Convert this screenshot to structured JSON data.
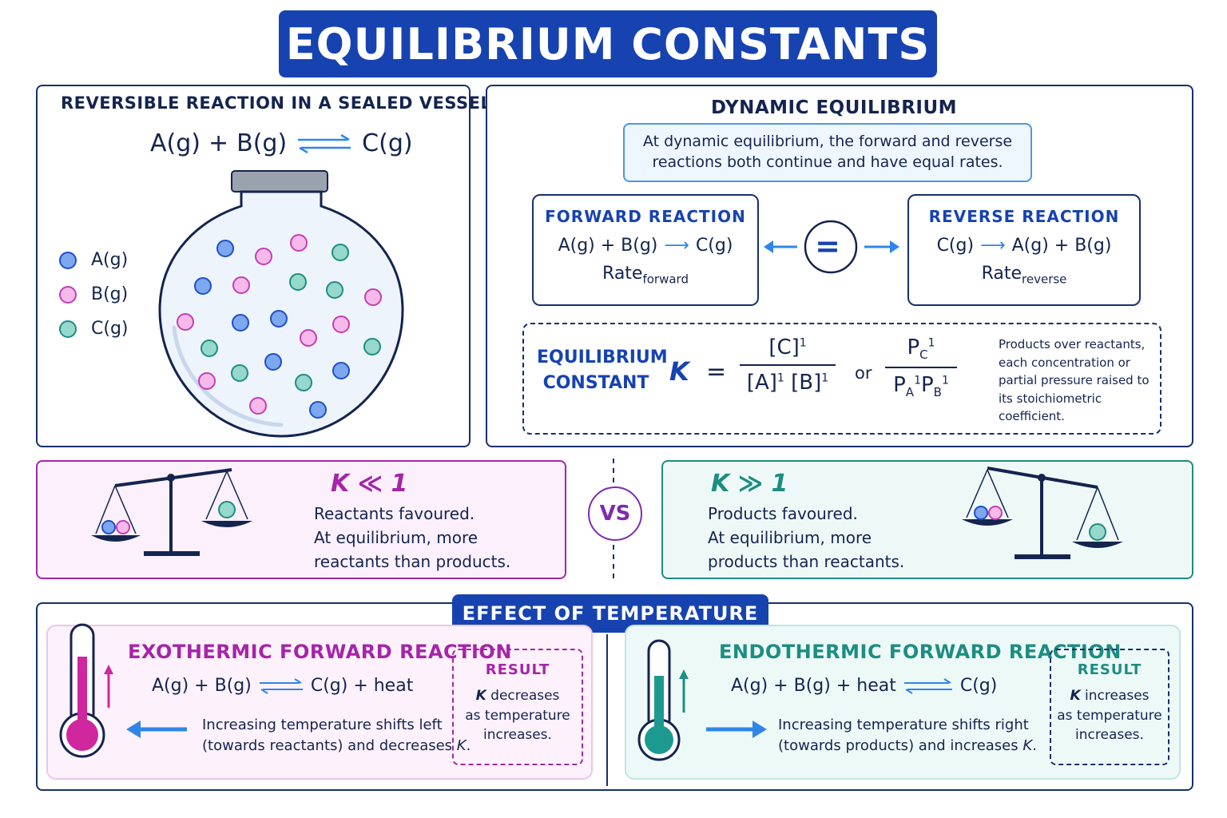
{
  "title": "EQUILIBRIUM CONSTANTS",
  "vessel": {
    "heading": "REVERSIBLE REACTION IN A SEALED VESSEL",
    "reactant_a": "A(g)",
    "plus": "+",
    "reactant_b": "B(g)",
    "product": "C(g)",
    "legend": [
      {
        "label": "A(g)"
      },
      {
        "label": "B(g)"
      },
      {
        "label": "C(g)"
      }
    ]
  },
  "dynamic": {
    "heading": "DYNAMIC EQUILIBRIUM",
    "note": "At dynamic equilibrium, the forward and reverse reactions both continue and have equal rates.",
    "forward": {
      "label": "FORWARD REACTION",
      "lhs": "A(g) + B(g)",
      "rhs": "C(g)",
      "rate": "Rate",
      "rate_sub": "forward"
    },
    "equals": "=",
    "reverse": {
      "label": "REVERSE REACTION",
      "lhs": "C(g)",
      "rhs": "A(g) + B(g)",
      "rate": "Rate",
      "rate_sub": "reverse"
    },
    "constant": {
      "label_line1": "EQUILIBRIUM",
      "label_line2": "CONSTANT",
      "symbol": "K",
      "eq": "=",
      "num": "[C]",
      "num_exp": "1",
      "den_a": "[A]",
      "den_a_exp": "1",
      "den_b": "[B]",
      "den_b_exp": "1",
      "or": "or",
      "p_num": "P",
      "p_num_sub": "C",
      "p_num_exp": "1",
      "p_den_a": "P",
      "p_den_a_sub": "A",
      "p_den_a_exp": "1",
      "p_den_b": "P",
      "p_den_b_sub": "B",
      "p_den_b_exp": "1",
      "explanation": "Products over reactants, each concentration or partial pressure raised to its stoichiometric coefficient."
    }
  },
  "compare": {
    "small": {
      "k": "K ≪ 1",
      "line1": "Reactants favoured.",
      "line2": "At equilibrium, more",
      "line3": "reactants than products."
    },
    "vs": "VS",
    "large": {
      "k": "K ≫ 1",
      "line1": "Products favoured.",
      "line2": "At equilibrium, more",
      "line3": "products than reactants."
    }
  },
  "temperature": {
    "heading": "EFFECT OF TEMPERATURE",
    "exo": {
      "title": "EXOTHERMIC FORWARD REACTION",
      "lhs": "A(g) + B(g)",
      "rhs": "C(g) + heat",
      "desc_line1": "Increasing temperature shifts left",
      "desc_line2_a": "(towards reactants) and decreases ",
      "desc_line2_k": "K",
      "desc_line2_end": ".",
      "result_head": "RESULT",
      "result_k": "K",
      "result_line1": " decreases",
      "result_line2": "as temperature",
      "result_line3": "increases."
    },
    "endo": {
      "title": "ENDOTHERMIC FORWARD REACTION",
      "lhs": "A(g) + B(g) + heat",
      "rhs": "C(g)",
      "desc_line1": "Increasing temperature shifts right",
      "desc_line2_a": "(towards products) and increases ",
      "desc_line2_k": "K",
      "desc_line2_end": ".",
      "result_head": "RESULT",
      "result_k": "K",
      "result_line1": " increases",
      "result_line2": "as temperature",
      "result_line3": "increases."
    }
  },
  "colors": {
    "title_bg": "#1743b1",
    "navy": "#16306e",
    "magenta": "#a525a8",
    "teal": "#1d8d82",
    "blue_arrow": "#2f86e8"
  }
}
